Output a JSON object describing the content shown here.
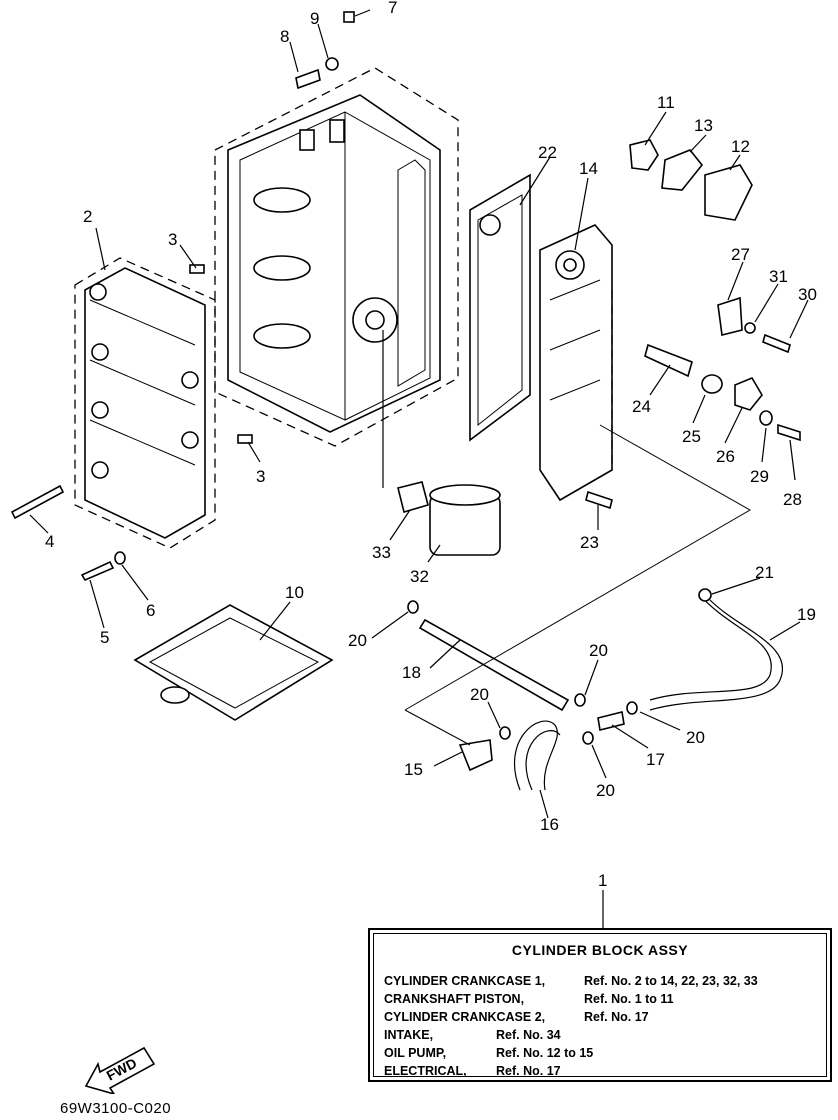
{
  "callouts": [
    {
      "id": "1",
      "text": "1"
    },
    {
      "id": "2",
      "text": "2"
    },
    {
      "id": "3a",
      "text": "3"
    },
    {
      "id": "3b",
      "text": "3"
    },
    {
      "id": "4",
      "text": "4"
    },
    {
      "id": "5",
      "text": "5"
    },
    {
      "id": "6",
      "text": "6"
    },
    {
      "id": "7",
      "text": "7"
    },
    {
      "id": "8",
      "text": "8"
    },
    {
      "id": "9",
      "text": "9"
    },
    {
      "id": "10",
      "text": "10"
    },
    {
      "id": "11",
      "text": "11"
    },
    {
      "id": "12",
      "text": "12"
    },
    {
      "id": "13",
      "text": "13"
    },
    {
      "id": "14",
      "text": "14"
    },
    {
      "id": "15",
      "text": "15"
    },
    {
      "id": "16",
      "text": "16"
    },
    {
      "id": "17",
      "text": "17"
    },
    {
      "id": "18",
      "text": "18"
    },
    {
      "id": "19",
      "text": "19"
    },
    {
      "id": "20a",
      "text": "20"
    },
    {
      "id": "20b",
      "text": "20"
    },
    {
      "id": "20c",
      "text": "20"
    },
    {
      "id": "20d",
      "text": "20"
    },
    {
      "id": "20e",
      "text": "20"
    },
    {
      "id": "21",
      "text": "21"
    },
    {
      "id": "22",
      "text": "22"
    },
    {
      "id": "23",
      "text": "23"
    },
    {
      "id": "24",
      "text": "24"
    },
    {
      "id": "25",
      "text": "25"
    },
    {
      "id": "26",
      "text": "26"
    },
    {
      "id": "27",
      "text": "27"
    },
    {
      "id": "28",
      "text": "28"
    },
    {
      "id": "29",
      "text": "29"
    },
    {
      "id": "30",
      "text": "30"
    },
    {
      "id": "31",
      "text": "31"
    },
    {
      "id": "32",
      "text": "32"
    },
    {
      "id": "33",
      "text": "33"
    }
  ],
  "assembly_table": {
    "title": "CYLINDER  BLOCK ASSY",
    "rows": [
      {
        "name": "CYLINDER CRANKCASE 1,",
        "ref": "Ref. No. 2 to 14, 22, 23, 32, 33"
      },
      {
        "name": "CRANKSHAFT PISTON,",
        "ref": "Ref. No. 1 to 11"
      },
      {
        "name": "CYLINDER CRANKCASE 2,",
        "ref": "Ref. No. 17"
      },
      {
        "name": "INTAKE,",
        "ref": "Ref. No. 34"
      },
      {
        "name": "OIL PUMP,",
        "ref": "Ref. No. 12 to 15"
      },
      {
        "name": "ELECTRICAL,",
        "ref": "Ref. No. 17"
      }
    ]
  },
  "fwd_label": "FWD",
  "diagram_code": "69W3100-C020"
}
